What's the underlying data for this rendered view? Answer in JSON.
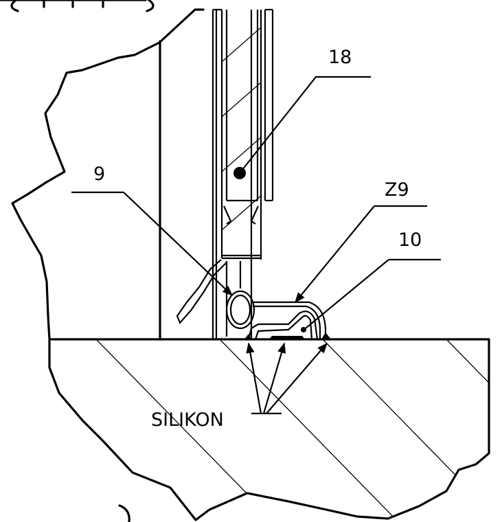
{
  "drawing": {
    "callouts": {
      "glass": "18",
      "gasket": "9",
      "profile_z9": "Z9",
      "bead": "10",
      "sealant": "SILIKON"
    }
  }
}
